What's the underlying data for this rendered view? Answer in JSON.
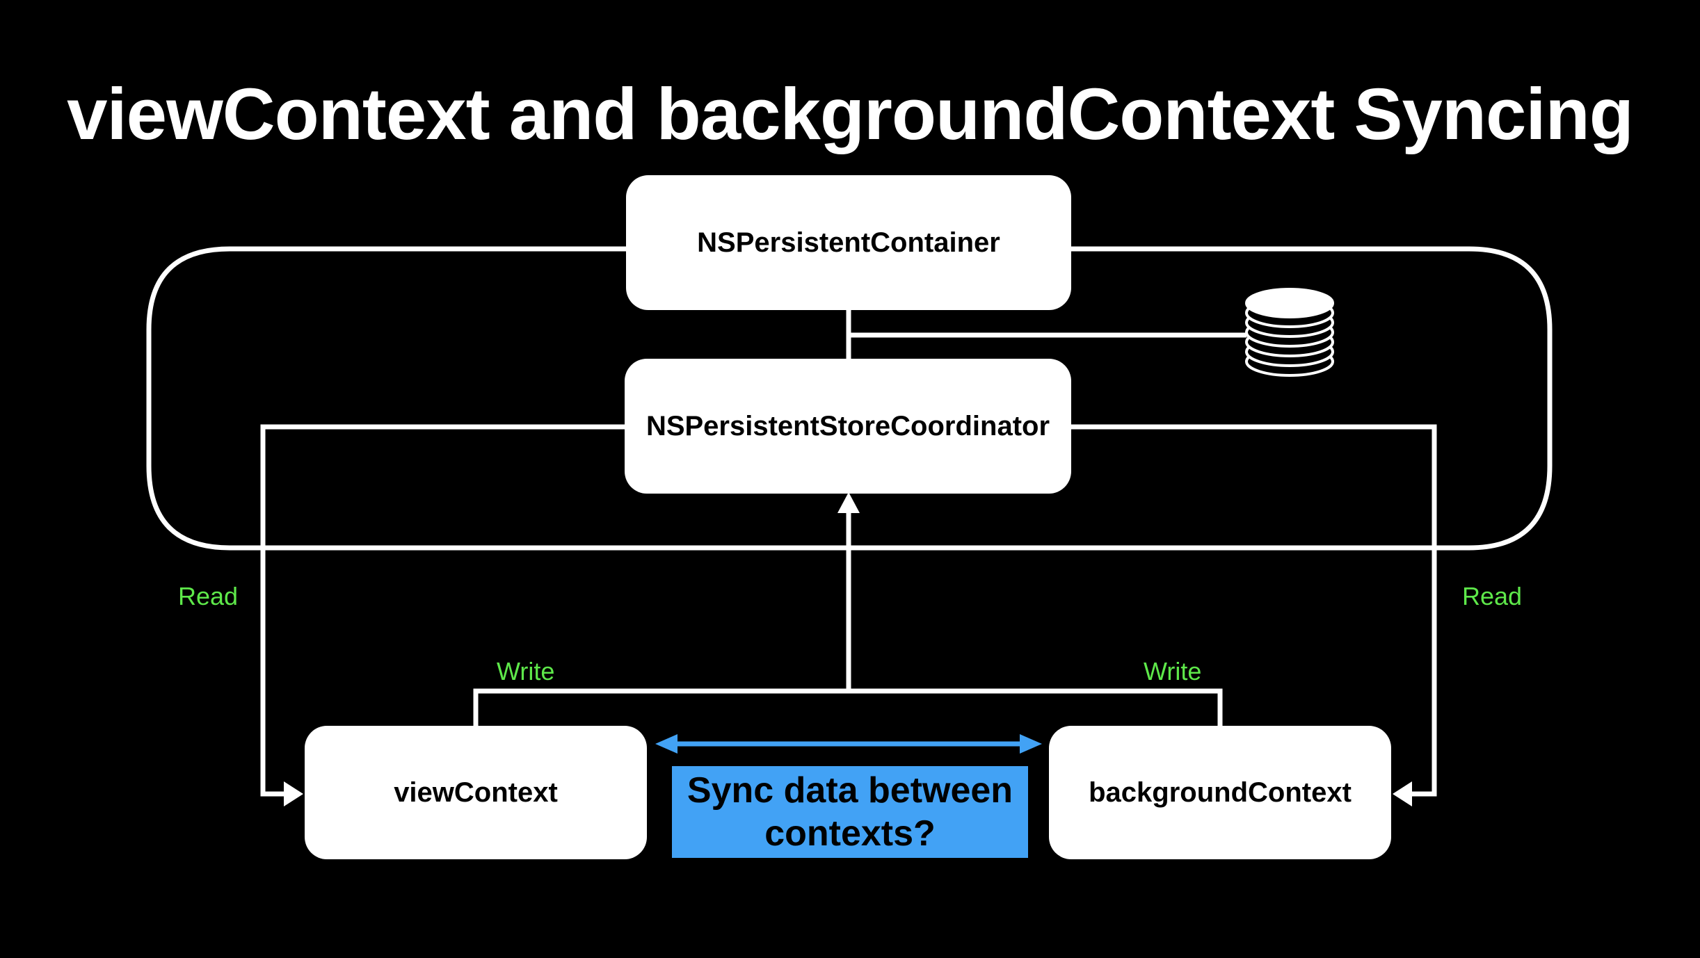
{
  "title": "viewContext and backgroundContext Syncing",
  "nodes": {
    "container": "NSPersistentContainer",
    "coordinator": "NSPersistentStoreCoordinator",
    "view_context": "viewContext",
    "background_context": "backgroundContext"
  },
  "edge_labels": {
    "read_left": "Read",
    "read_right": "Read",
    "write_left": "Write",
    "write_right": "Write"
  },
  "sync_question": "Sync data between contexts?",
  "colors": {
    "background": "#000000",
    "box": "#ffffff",
    "label": "#5ee84a",
    "sync_arrow": "#42a2f5",
    "sync_box": "#42a2f5"
  },
  "icons": {
    "store": "database-icon"
  }
}
